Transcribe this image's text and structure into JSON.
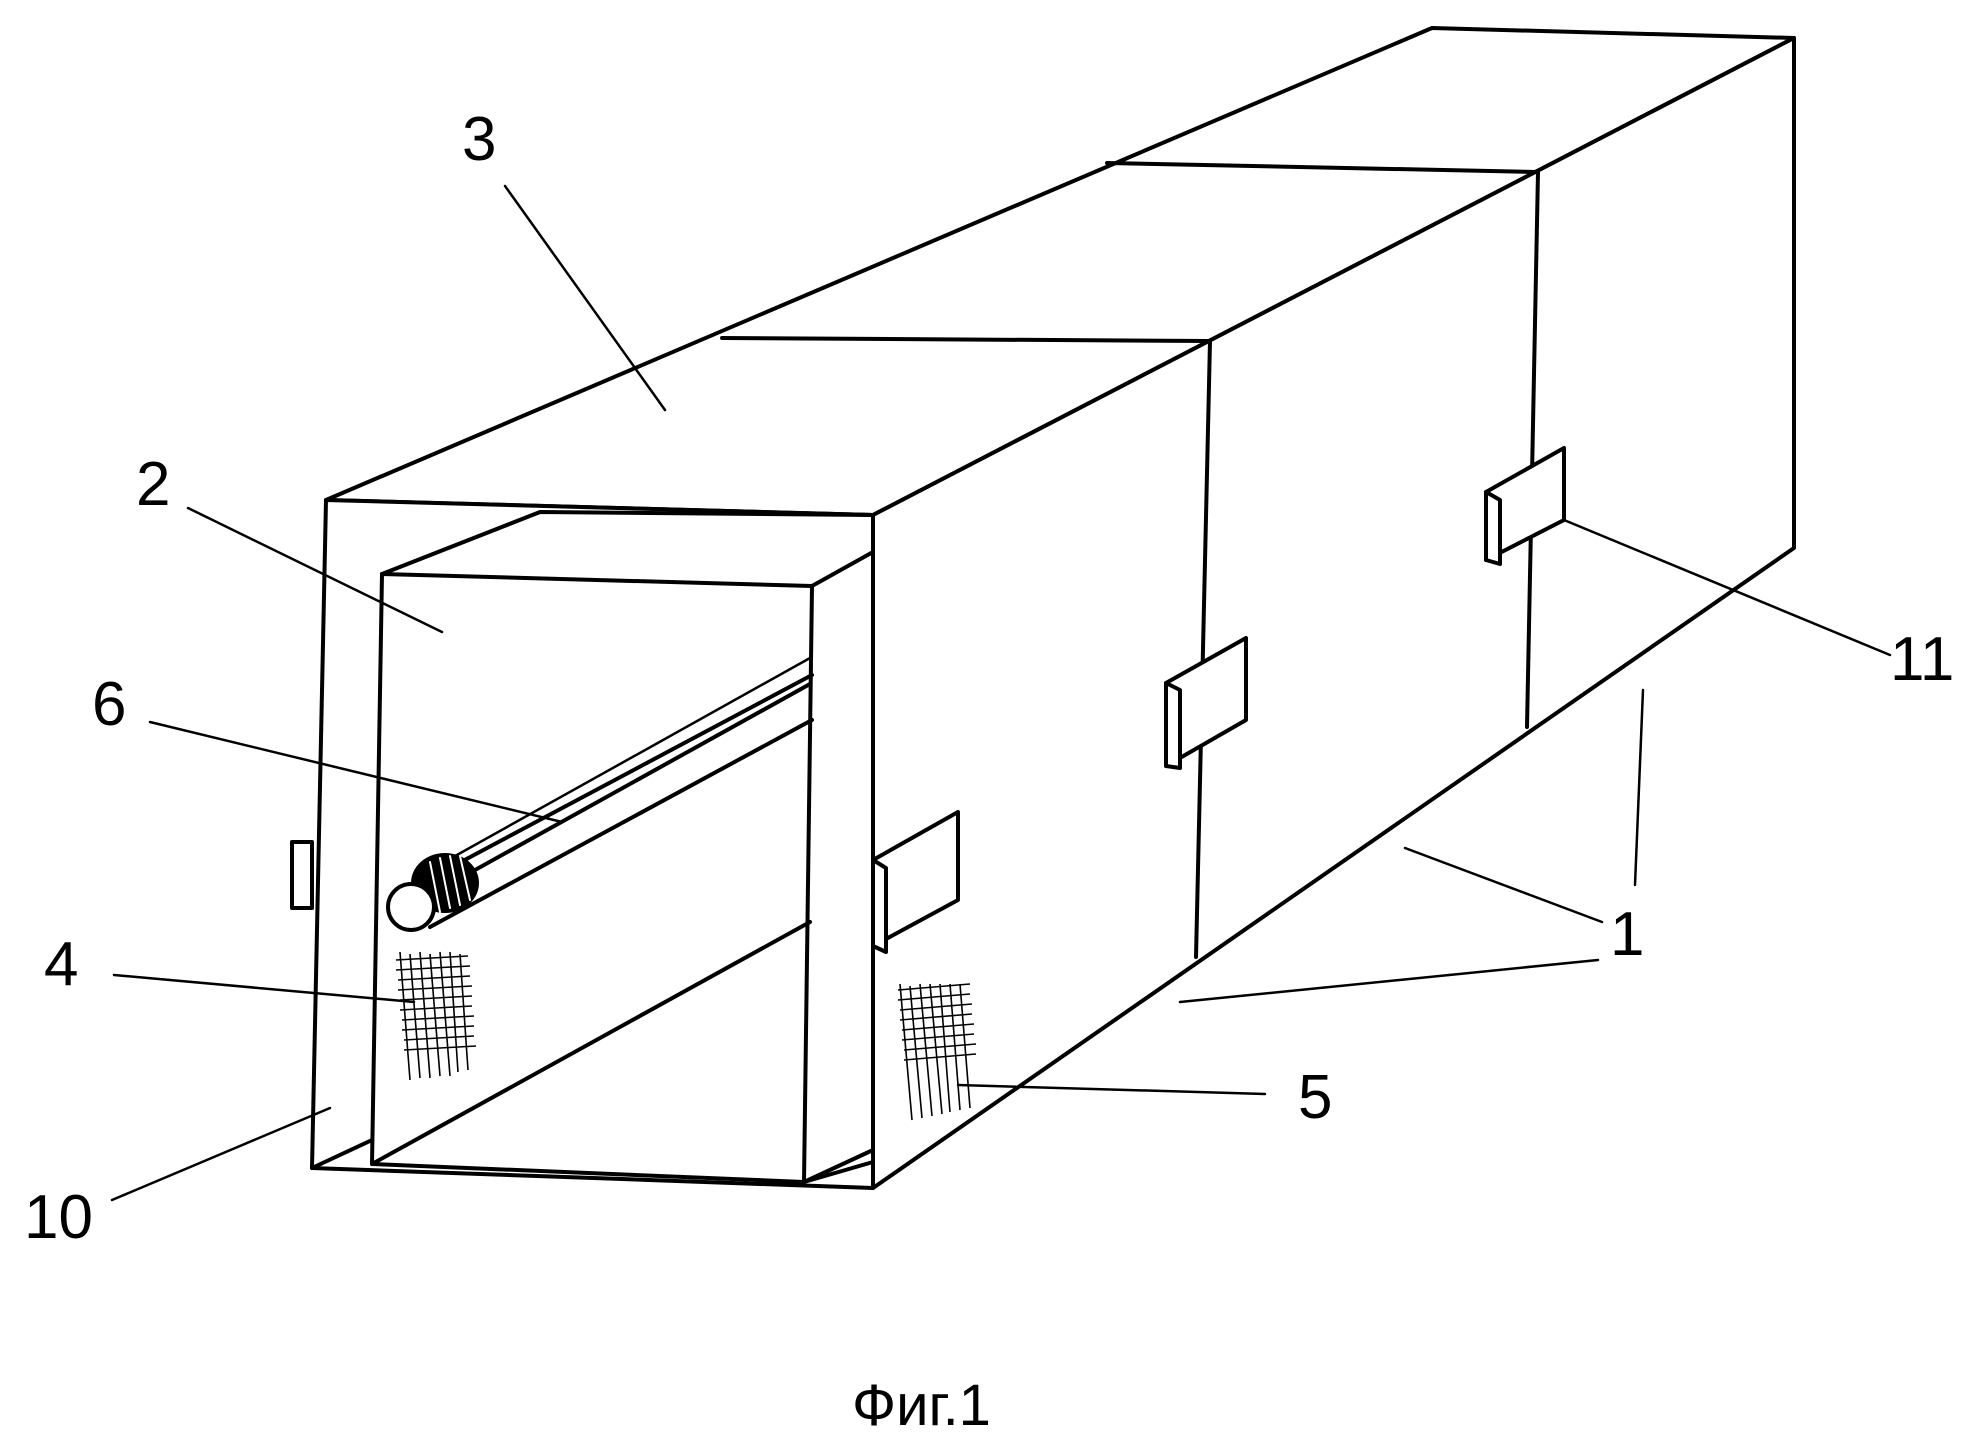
{
  "figure": {
    "caption": "Фиг.1",
    "labels": {
      "l1": "1",
      "l2": "2",
      "l3": "3",
      "l4": "4",
      "l5": "5",
      "l6": "6",
      "l10": "10",
      "l11": "11"
    }
  },
  "colors": {
    "line": "#000000",
    "background": "#ffffff"
  }
}
